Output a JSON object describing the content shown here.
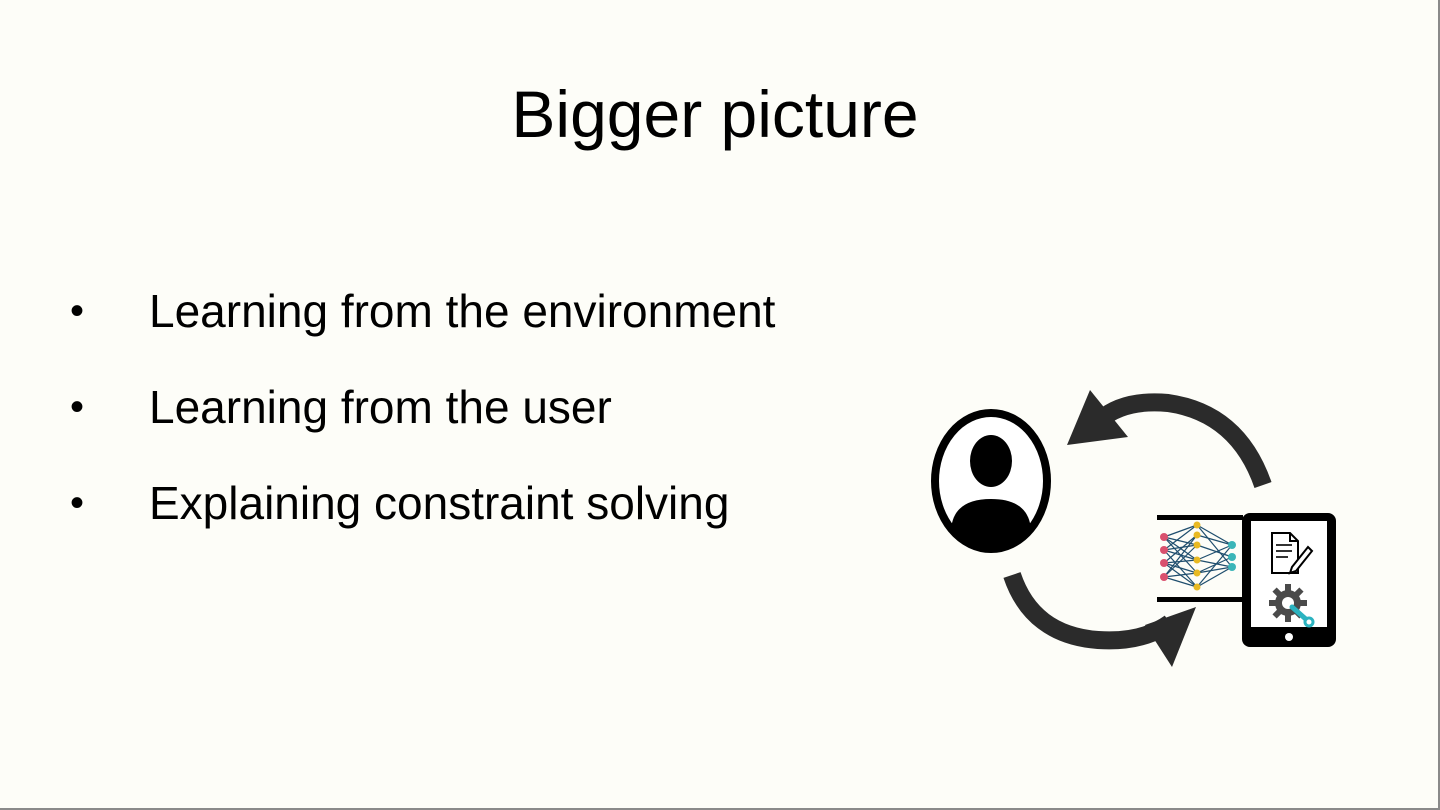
{
  "slide": {
    "title": "Bigger picture",
    "bullets": [
      "Learning from the environment",
      "Learning from the user",
      "Explaining constraint solving"
    ]
  },
  "illustration": {
    "icons": [
      "user-icon",
      "cycle-arrow-icon",
      "neural-network-icon",
      "tablet-icon",
      "document-edit-icon",
      "gear-wrench-icon"
    ],
    "colors": {
      "stroke": "#000000",
      "arrow": "#2b2b2b",
      "node_input": "#d9516e",
      "node_hidden": "#e8b923",
      "node_output": "#3bb5b8",
      "edges": "#1f4e6e",
      "wrench": "#2bb3c0",
      "gear": "#4a4a4a"
    }
  }
}
